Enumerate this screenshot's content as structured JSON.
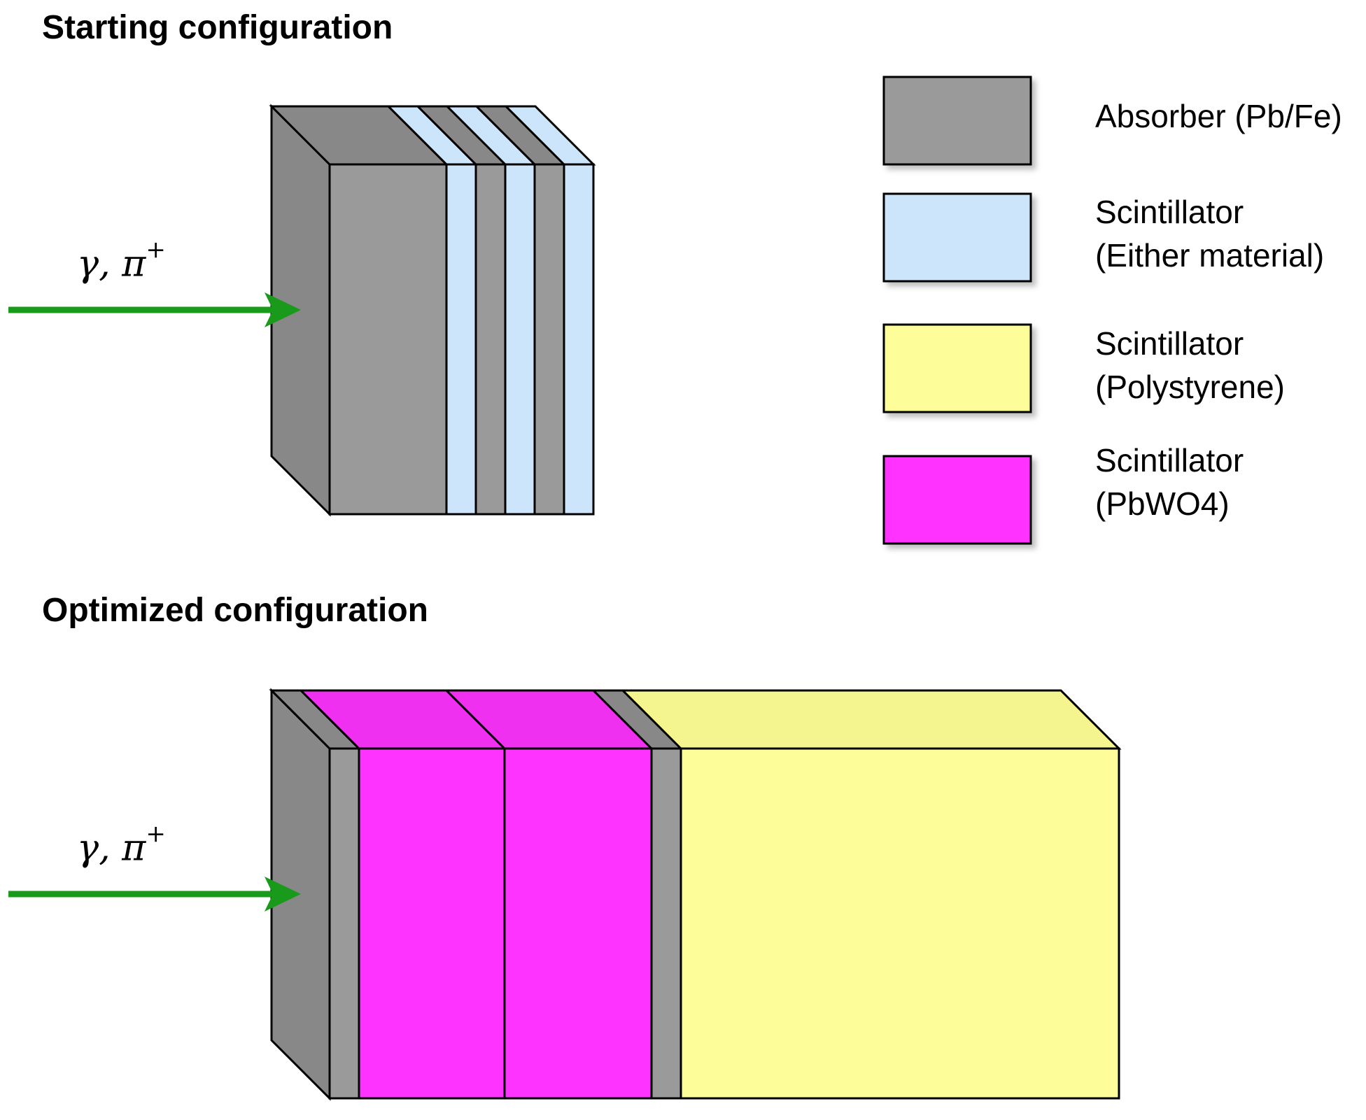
{
  "titles": {
    "starting": "Starting configuration",
    "optimized": "Optimized configuration"
  },
  "particle_label": {
    "symbols": "γ, π",
    "charge": "+"
  },
  "legend": [
    {
      "key": "absorber",
      "line1": "Absorber (Pb/Fe)",
      "line2": "",
      "color": "#9a9a9a"
    },
    {
      "key": "scint_either",
      "line1": "Scintillator",
      "line2": "(Either material)",
      "color": "#cce5fb"
    },
    {
      "key": "scint_poly",
      "line1": "Scintillator",
      "line2": "(Polystyrene)",
      "color": "#fdfd9a"
    },
    {
      "key": "scint_pbwo4",
      "line1": "Scintillator",
      "line2": "(PbWO4)",
      "color": "#ff33ff"
    }
  ],
  "colors": {
    "absorber_front": "#9a9a9a",
    "absorber_side": "#888888",
    "scint_either": "#cce5fb",
    "scint_poly": "#fdfd9a",
    "scint_poly_top": "#f5f590",
    "scint_pbwo4": "#ff33ff",
    "scint_pbwo4_top": "#f030f0",
    "arrow": "#1a9a1a"
  },
  "starting_stack": [
    "absorber",
    "scint_either",
    "absorber",
    "scint_either",
    "absorber",
    "scint_either"
  ],
  "optimized_stack": [
    "absorber",
    "scint_pbwo4",
    "scint_pbwo4",
    "absorber",
    "scint_poly"
  ]
}
